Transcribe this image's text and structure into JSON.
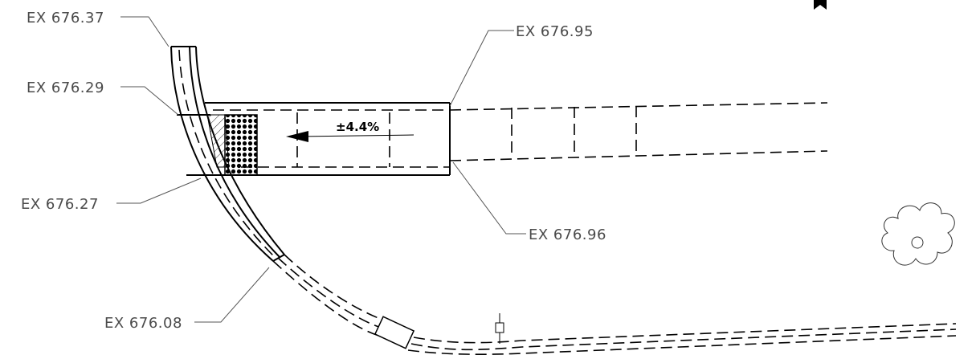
{
  "elevations": [
    {
      "id": "ex-1",
      "text": "EX 676.37"
    },
    {
      "id": "ex-2",
      "text": "EX 676.29"
    },
    {
      "id": "ex-3",
      "text": "EX 676.27"
    },
    {
      "id": "ex-4",
      "text": "EX 676.08"
    },
    {
      "id": "ex-5",
      "text": "EX 676.95"
    },
    {
      "id": "ex-6",
      "text": "EX 676.96"
    }
  ],
  "slope_label": "±4.4%",
  "colors": {
    "line": "#000000",
    "leader": "#555555",
    "text": "#4a4a4a"
  },
  "icons": [
    "bookmark-icon",
    "tree-symbol",
    "light-post-symbol"
  ]
}
